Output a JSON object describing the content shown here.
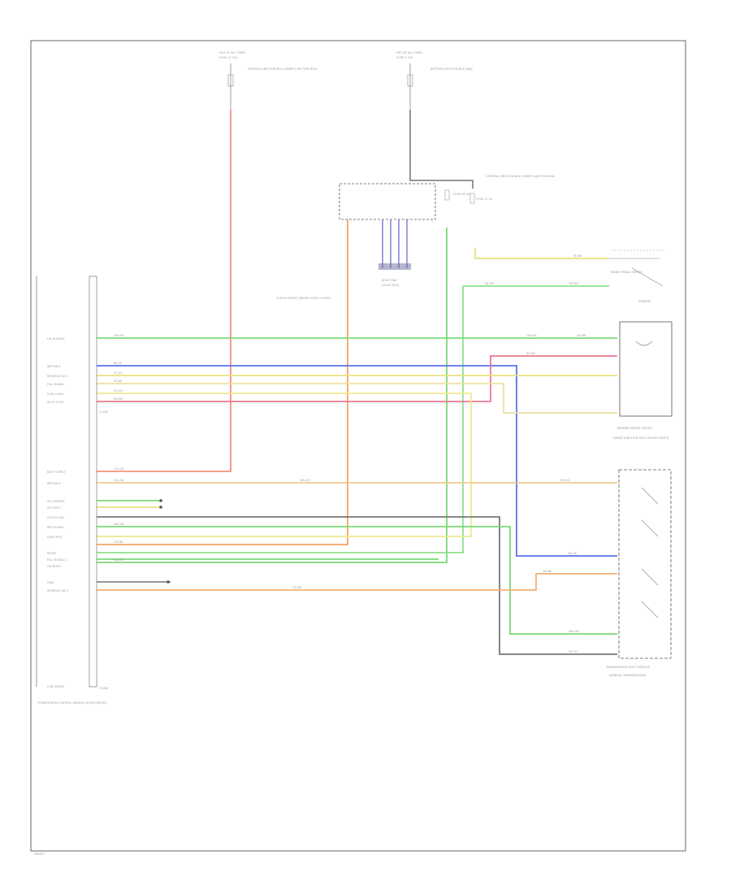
{
  "page": {
    "footer_code": "IMM4ET"
  },
  "top_fuses": [
    {
      "hot_at": "HOT AT ALL TIMES",
      "fuse": "FUSE 12 10A",
      "desc": "CENTRAL JUNCTION BOX (SMART JUNCTION BOX)"
    },
    {
      "hot_at": "HOT AT ALL TIMES",
      "fuse": "FUSE 5 15A",
      "desc": "BATTERY JUNCTION BOX (BJB)"
    }
  ],
  "central_box": {
    "label": "CENTRAL JUNCTION BOX (SMART JUNCTION BOX)",
    "fuse_a": "FUSE 58 5A",
    "fuse_b": "FUSE 17 5A"
  },
  "body_gnd": {
    "label": "BODY GND",
    "desc": "(LIGHT RED)"
  },
  "splice": {
    "label": "S-HOLE FRONT (BRAKE LIGHT) S-HOLE"
  },
  "pcm": {
    "label": "POWERTRAIN CONTROL MODULE (PCM) (DIESEL)",
    "pins_left": [
      "LIN BUS REF",
      "BPP SW 1",
      "REVERSE SW 1",
      "FILL SIGNAL",
      "FUEL LEVEL",
      "AUTO STOP",
      "BATT SUPPLY",
      "BPP SW 2",
      "SIG RTN REF",
      "SIG RTN 2",
      "CLUTCH SW",
      "BPP SIGNAL",
      "GEAR POS",
      "RELAY",
      "FILL SIGNAL 2",
      "LIN BUS 2",
      "GND",
      "REVERSE SW 2",
      "LOW SPEED"
    ],
    "conn_a": "C1005",
    "conn_b": "C1008"
  },
  "right_components": {
    "brake_sw": "BRAKE PEDAL SWITCH",
    "starter": "STARTER",
    "bcm_unit": "PARKING BRAKE SWITCH",
    "bcm_desc": "SMART JUNCTION BOX (HEATED SEATS)",
    "trans": "TRANSMISSION SHIFT MODULE",
    "trans_desc": "(MANUAL TRANSMISSION)"
  },
  "wire_labels": {
    "gn_wh": "GN-WH",
    "gn_bn": "GN-BN",
    "bu_ye": "BU-YE",
    "vt_gy": "VT-GY",
    "og_gn": "OG-GN",
    "ye_bk": "YE-BK",
    "gy_og": "GY-OG",
    "bn_og": "BN-OG",
    "rd_bk": "RD-BK",
    "wh_gn": "WH-GN",
    "og_bk": "OG-BK"
  },
  "colors": {
    "red": "#f08070",
    "orange": "#f4a460",
    "green": "#7cd878",
    "blue": "#5a70ef",
    "yellow": "#e8e080",
    "pink": "#e87890",
    "gray": "#707070"
  }
}
